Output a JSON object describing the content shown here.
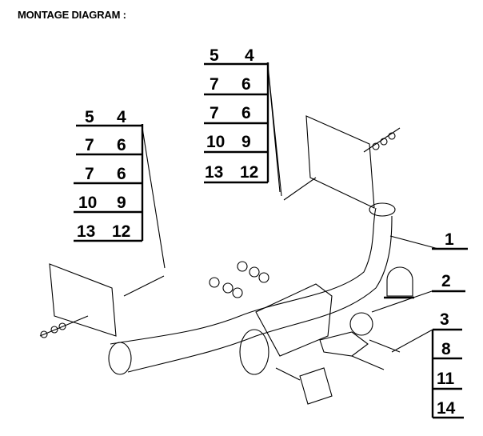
{
  "title": "MONTAGE DIAGRAM :",
  "left_callout": [
    [
      "5",
      "4"
    ],
    [
      "7",
      "6"
    ],
    [
      "7",
      "6"
    ],
    [
      "10",
      "9"
    ],
    [
      "13",
      "12"
    ]
  ],
  "top_callout": [
    [
      "5",
      "4"
    ],
    [
      "7",
      "6"
    ],
    [
      "7",
      "6"
    ],
    [
      "10",
      "9"
    ],
    [
      "13",
      "12"
    ]
  ],
  "part_labels": {
    "p1": "1",
    "p2": "2",
    "p3": "3"
  },
  "part3_stack": [
    "8",
    "11",
    "14"
  ]
}
